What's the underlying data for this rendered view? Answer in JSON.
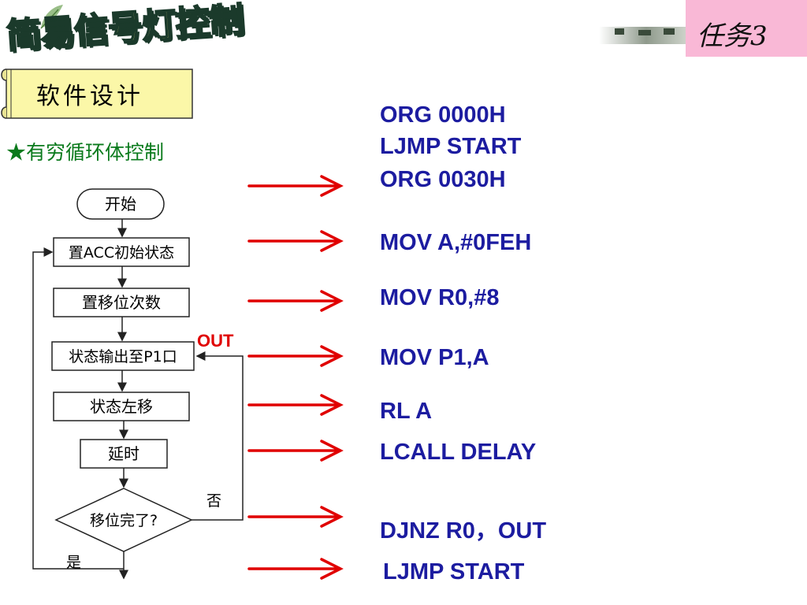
{
  "title": "简易信号灯控制",
  "task_label": "任务3",
  "section_label": "软件设计",
  "subtitle": "★有穷循环体控制",
  "flowchart": {
    "start": "开始",
    "step1": "置ACC初始状态",
    "step2": "置移位次数",
    "step3": "状态输出至P1口",
    "step4": "状态左移",
    "step5": "延时",
    "decision": "移位完了?",
    "no_label": "否",
    "yes_label": "是",
    "out_label": "OUT"
  },
  "code": {
    "line1": "ORG  0000H",
    "line2": "LJMP START",
    "line3": "ORG  0030H",
    "line4": "MOV  A,#0FEH",
    "line5": "MOV  R0,#8",
    "line6": "MOV  P1,A",
    "line7": "RL  A",
    "line8": "LCALL  DELAY",
    "line9": "DJNZ  R0，OUT",
    "line10": "LJMP START"
  },
  "colors": {
    "arrow": "#e00000",
    "code": "#1c1ca0",
    "subtitle": "#0a7a1c",
    "task_bg": "#f9b8d6",
    "banner_fill": "#fbf7a8"
  }
}
